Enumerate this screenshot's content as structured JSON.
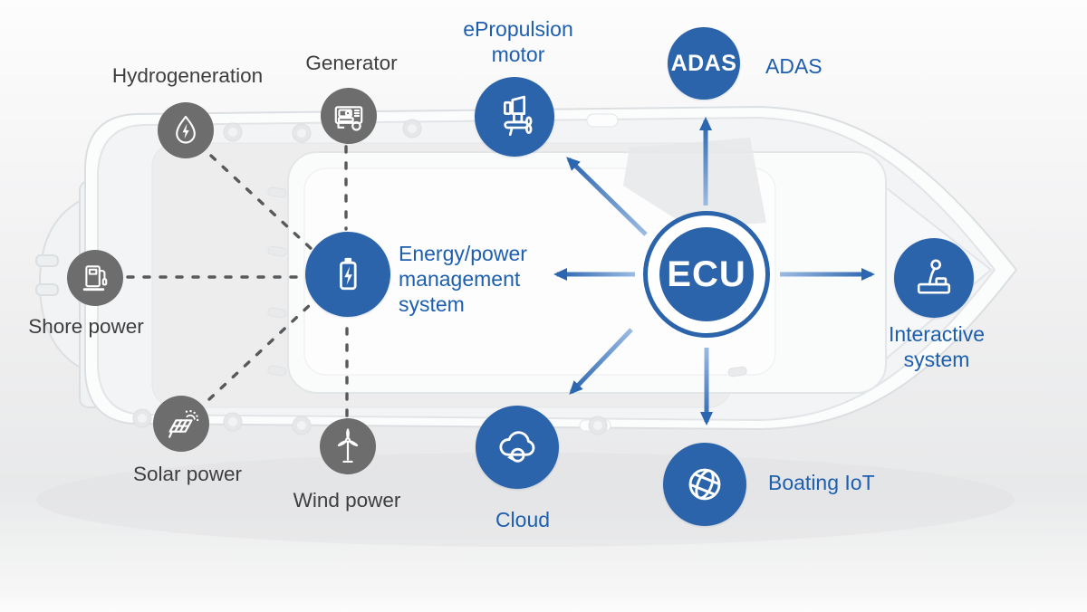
{
  "colors": {
    "node_blue": "#2b64ab",
    "label_blue": "#1d5fae",
    "node_gray": "#6d6d6d",
    "label_gray": "#3e3e3f",
    "arrow_blue": "#2b66b0",
    "dashed_line_gray": "#58595a"
  },
  "center_node": {
    "label": "ECU"
  },
  "blue_nodes": {
    "epropulsion": {
      "label": "ePropulsion motor",
      "icon": "outboard-motor-icon"
    },
    "adas": {
      "badge": "ADAS",
      "label": "ADAS"
    },
    "energy": {
      "label": "Energy/power management system",
      "icon": "battery-charging-icon"
    },
    "interactive": {
      "label": "Interactive system",
      "icon": "throttle-control-icon"
    },
    "cloud": {
      "label": "Cloud",
      "icon": "cloud-sync-icon"
    },
    "iot": {
      "label": "Boating IoT",
      "icon": "globe-icon"
    }
  },
  "power_sources": {
    "hydrogeneration": {
      "label": "Hydrogeneration",
      "icon": "water-drop-bolt-icon"
    },
    "generator": {
      "label": "Generator",
      "icon": "portable-generator-icon"
    },
    "shore": {
      "label": "Shore power",
      "icon": "charging-station-icon"
    },
    "solar": {
      "label": "Solar power",
      "icon": "solar-panel-icon"
    },
    "wind": {
      "label": "Wind power",
      "icon": "wind-turbine-icon"
    }
  }
}
